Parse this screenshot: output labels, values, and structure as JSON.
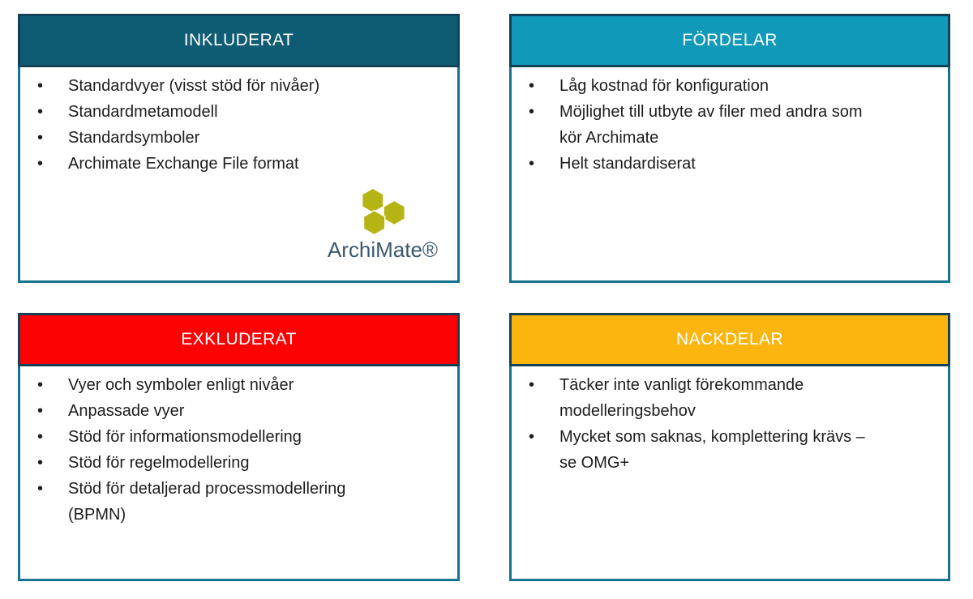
{
  "ui": {
    "bullet": "•",
    "panel_border": "#14738f",
    "header_border": "#134156",
    "header_text_color": "#ffffff",
    "body_text_color": "#1d1d1d"
  },
  "boxes": {
    "included": {
      "title": "INKLUDERAT",
      "header_bg": "#0e5c74",
      "items": [
        "Standardvyer (visst stöd för nivåer)",
        "Standardmetamodell",
        "Standardsymboler",
        "Archimate Exchange File format"
      ]
    },
    "benefits": {
      "title": "FÖRDELAR",
      "header_bg": "#1199ba",
      "items": [
        "Låg kostnad för konfiguration",
        "Möjlighet till utbyte av filer med andra som\nkör Archimate",
        "Helt standardiserat"
      ]
    },
    "excluded": {
      "title": "EXKLUDERAT",
      "header_bg": "#fd0202",
      "items": [
        "Vyer och symboler enligt nivåer",
        "Anpassade vyer",
        "Stöd för informationsmodellering",
        "Stöd för regelmodellering",
        "Stöd för detaljerad processmodellering\n(BPMN)"
      ]
    },
    "drawbacks": {
      "title": "NACKDELAR",
      "header_bg": "#fcb50e",
      "items": [
        "Täcker inte vanligt förekommande\nmodelleringsbehov",
        "Mycket som saknas, komplettering krävs –\nse OMG+"
      ]
    }
  },
  "logo": {
    "label": "ArchiMate®",
    "hex_color": "#b6b314",
    "text_color": "#3b5a6e"
  }
}
